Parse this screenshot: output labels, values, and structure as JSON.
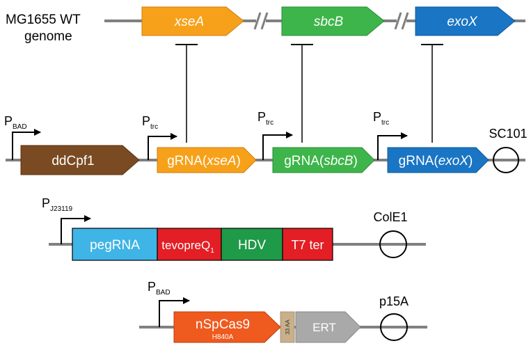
{
  "genome": {
    "label_line1": "MG1655 WT",
    "label_line2": "genome",
    "genes": [
      "xseA",
      "sbcB",
      "exoX"
    ]
  },
  "plasmid1": {
    "promoters": [
      {
        "name": "P",
        "sub": "BAD"
      },
      {
        "name": "P",
        "sub": "trc"
      },
      {
        "name": "P",
        "sub": "trc"
      },
      {
        "name": "P",
        "sub": "trc"
      }
    ],
    "cpf1": "ddCpf1",
    "grnas": [
      {
        "prefix": "gRNA(",
        "target": "xseA",
        "suffix": ")"
      },
      {
        "prefix": "gRNA(",
        "target": "sbcB",
        "suffix": ")"
      },
      {
        "prefix": "gRNA(",
        "target": "exoX",
        "suffix": ")"
      }
    ],
    "origin": "SC101"
  },
  "plasmid2": {
    "promoter": {
      "name": "P",
      "sub": "J23119"
    },
    "pegrna": "pegRNA",
    "tevopreq": {
      "name": "tevopreQ",
      "sub": "1"
    },
    "hdv": "HDV",
    "terminator": "T7 ter",
    "origin": "ColE1"
  },
  "plasmid3": {
    "promoter": {
      "name": "P",
      "sub": "BAD"
    },
    "cas9": {
      "name": "nSpCas9",
      "sub": "H840A"
    },
    "linker": "33 AA",
    "ert": "ERT",
    "origin": "p15A"
  },
  "colors": {
    "backbone": "#808080",
    "xseA": "#f7a11a",
    "sbcB": "#3db54a",
    "exoX": "#1a75c4",
    "ddCpf1": "#7a4a22",
    "pegRNA": "#3fb4e6",
    "tevopreQ": "#e31e24",
    "HDV": "#1f9a48",
    "T7ter": "#e31e24",
    "nSpCas9": "#ef5a1e",
    "linker": "#c9b08b",
    "ERT": "#a9a9a9"
  }
}
